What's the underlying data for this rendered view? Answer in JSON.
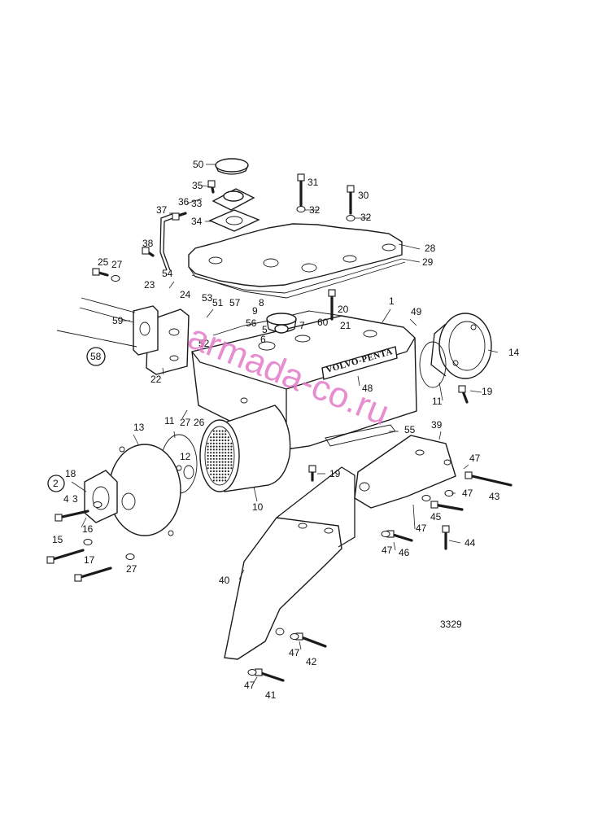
{
  "diagram": {
    "drawing_number": "3329",
    "brand_plate": "VOLVO-PENTA",
    "watermark": "armada-co.ru",
    "part_labels": [
      {
        "id": "l50",
        "text": "50"
      },
      {
        "id": "l35",
        "text": "35"
      },
      {
        "id": "l36",
        "text": "36"
      },
      {
        "id": "l33",
        "text": "33"
      },
      {
        "id": "l37",
        "text": "37"
      },
      {
        "id": "l34",
        "text": "34"
      },
      {
        "id": "l31",
        "text": "31"
      },
      {
        "id": "l32a",
        "text": "32"
      },
      {
        "id": "l30",
        "text": "30"
      },
      {
        "id": "l32b",
        "text": "32"
      },
      {
        "id": "l38",
        "text": "38"
      },
      {
        "id": "l28",
        "text": "28"
      },
      {
        "id": "l29",
        "text": "29"
      },
      {
        "id": "l25",
        "text": "25"
      },
      {
        "id": "l27a",
        "text": "27"
      },
      {
        "id": "l54",
        "text": "54"
      },
      {
        "id": "l23",
        "text": "23"
      },
      {
        "id": "l24",
        "text": "24"
      },
      {
        "id": "l53",
        "text": "53"
      },
      {
        "id": "l51",
        "text": "51"
      },
      {
        "id": "l57",
        "text": "57"
      },
      {
        "id": "l8",
        "text": "8"
      },
      {
        "id": "l9",
        "text": "9"
      },
      {
        "id": "l20",
        "text": "20"
      },
      {
        "id": "l1",
        "text": "1"
      },
      {
        "id": "l49",
        "text": "49"
      },
      {
        "id": "l59",
        "text": "59"
      },
      {
        "id": "l56",
        "text": "56"
      },
      {
        "id": "l5",
        "text": "5"
      },
      {
        "id": "l7",
        "text": "7"
      },
      {
        "id": "l60",
        "text": "60"
      },
      {
        "id": "l21",
        "text": "21"
      },
      {
        "id": "l6",
        "text": "6"
      },
      {
        "id": "l52",
        "text": "52"
      },
      {
        "id": "l58",
        "text": "58"
      },
      {
        "id": "l14",
        "text": "14"
      },
      {
        "id": "l22",
        "text": "22"
      },
      {
        "id": "l48",
        "text": "48"
      },
      {
        "id": "l11a",
        "text": "11"
      },
      {
        "id": "l19a",
        "text": "19"
      },
      {
        "id": "l27b",
        "text": "27"
      },
      {
        "id": "l26",
        "text": "26"
      },
      {
        "id": "l13",
        "text": "13"
      },
      {
        "id": "l11b",
        "text": "11"
      },
      {
        "id": "l55",
        "text": "55"
      },
      {
        "id": "l39",
        "text": "39"
      },
      {
        "id": "l12",
        "text": "12"
      },
      {
        "id": "l47a",
        "text": "47"
      },
      {
        "id": "l19b",
        "text": "19"
      },
      {
        "id": "l18",
        "text": "18"
      },
      {
        "id": "l2",
        "text": "2"
      },
      {
        "id": "l43",
        "text": "43"
      },
      {
        "id": "l47b",
        "text": "47"
      },
      {
        "id": "l4",
        "text": "4"
      },
      {
        "id": "l3",
        "text": "3"
      },
      {
        "id": "l10",
        "text": "10"
      },
      {
        "id": "l45",
        "text": "45"
      },
      {
        "id": "l47c",
        "text": "47"
      },
      {
        "id": "l16",
        "text": "16"
      },
      {
        "id": "l44",
        "text": "44"
      },
      {
        "id": "l15",
        "text": "15"
      },
      {
        "id": "l47d",
        "text": "47"
      },
      {
        "id": "l46",
        "text": "46"
      },
      {
        "id": "l17",
        "text": "17"
      },
      {
        "id": "l27c",
        "text": "27"
      },
      {
        "id": "l40",
        "text": "40"
      },
      {
        "id": "l47e",
        "text": "47"
      },
      {
        "id": "l42",
        "text": "42"
      },
      {
        "id": "l47f",
        "text": "47"
      },
      {
        "id": "l41",
        "text": "41"
      }
    ]
  }
}
